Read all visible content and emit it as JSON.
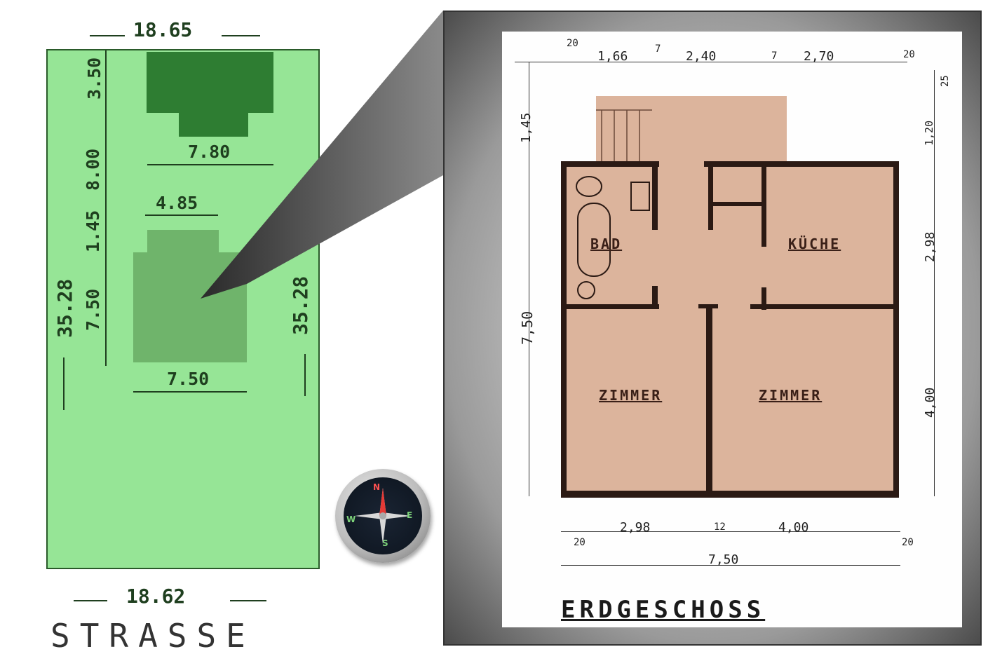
{
  "site_plan": {
    "top_width": "18.65",
    "bottom_width": "18.62",
    "street_label": "STRASSE",
    "garage_depth": "3.50",
    "garage_width": "7.80",
    "gap_depth": "8.00",
    "house_top_width": "4.85",
    "house_offset": "1.45",
    "house_depth": "7.50",
    "house_width": "7.50",
    "plot_depth_left": "35.28",
    "plot_depth_right": "35.28",
    "plot_color": "#96e596",
    "garage_color": "#2e7d32",
    "house_color": "#6fb46b"
  },
  "compass": {
    "north": "N",
    "south": "S",
    "east": "E",
    "west": "W"
  },
  "floor_plan": {
    "title": "ERDGESCHOSS",
    "room_color": "#dcb49c",
    "wall_color": "#2b1a14",
    "rooms": {
      "bad": "BAD",
      "kueche": "KÜCHE",
      "zimmer_left": "ZIMMER",
      "zimmer_right": "ZIMMER"
    },
    "top_dims": {
      "d1": "20",
      "d2": "1,66",
      "d3": "7",
      "d4": "2,40",
      "d5": "7",
      "d6": "2,70",
      "d7": "20"
    },
    "left_dims": {
      "d1": "1,45",
      "d2": "7,50"
    },
    "right_dims": {
      "d1": "25",
      "d2": "1,20",
      "d3": "2,98",
      "d4": "4,00"
    },
    "bottom_dims": {
      "d1": "20",
      "d2": "2,98",
      "d3": "12",
      "d4": "4,00",
      "d5": "20",
      "d6": "7,50"
    }
  }
}
